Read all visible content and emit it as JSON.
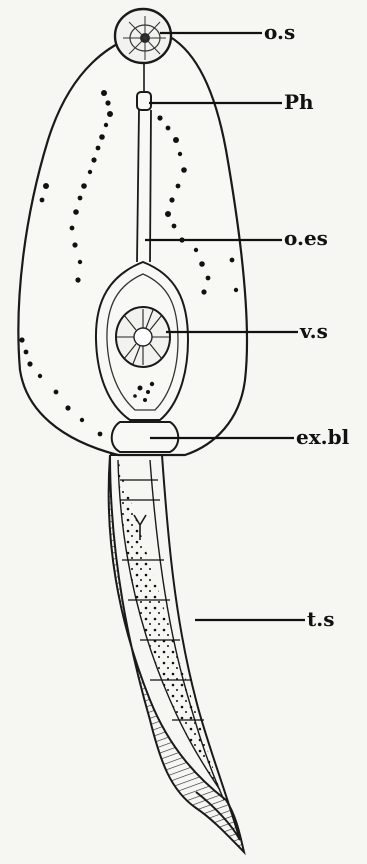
{
  "labels": {
    "os": "o.s",
    "ph": "Ph",
    "oes": "o.es",
    "vs": "v.s",
    "exbl": "ex.bl",
    "ts": "t.s"
  }
}
